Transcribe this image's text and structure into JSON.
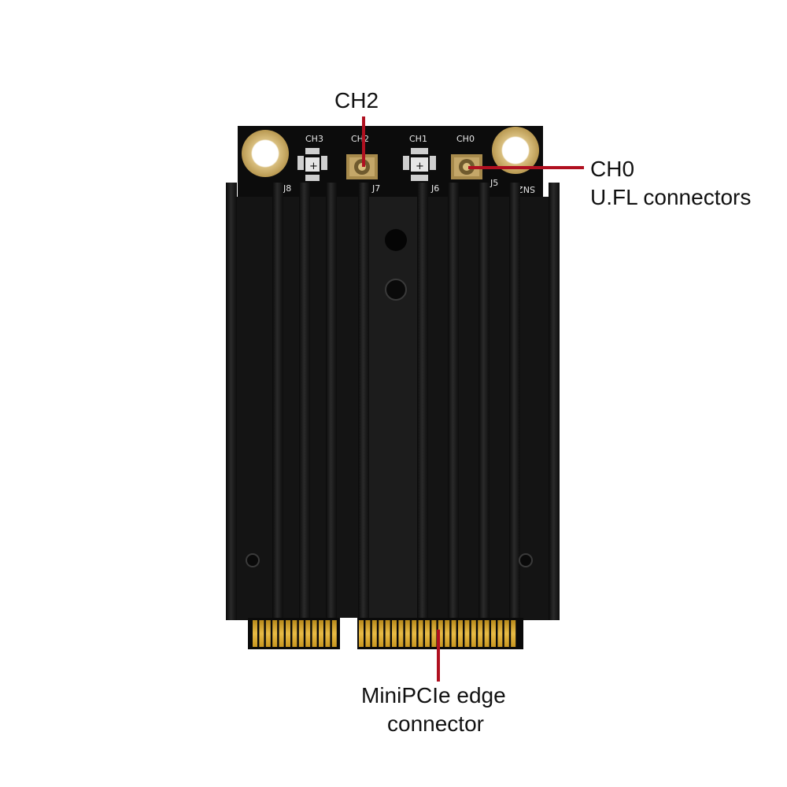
{
  "labels": {
    "ch2": "CH2",
    "ch0": "CH0",
    "ufl": "U.FL connectors",
    "edge_line1": "MiniPCIe edge",
    "edge_line2": "connector"
  },
  "silkscreen": {
    "ch3": "CH3",
    "ch2": "CH2",
    "ch1": "CH1",
    "ch0": "CH0",
    "j8": "J8",
    "j7": "J7",
    "j6": "J6",
    "j5": "J5",
    "sn": "SN2"
  },
  "colors": {
    "leader": "#b01020",
    "heatsink": "#141414",
    "pcb": "#0c0c0c",
    "gold": "#d4a12a",
    "mount_hole": "#e2c98a"
  }
}
